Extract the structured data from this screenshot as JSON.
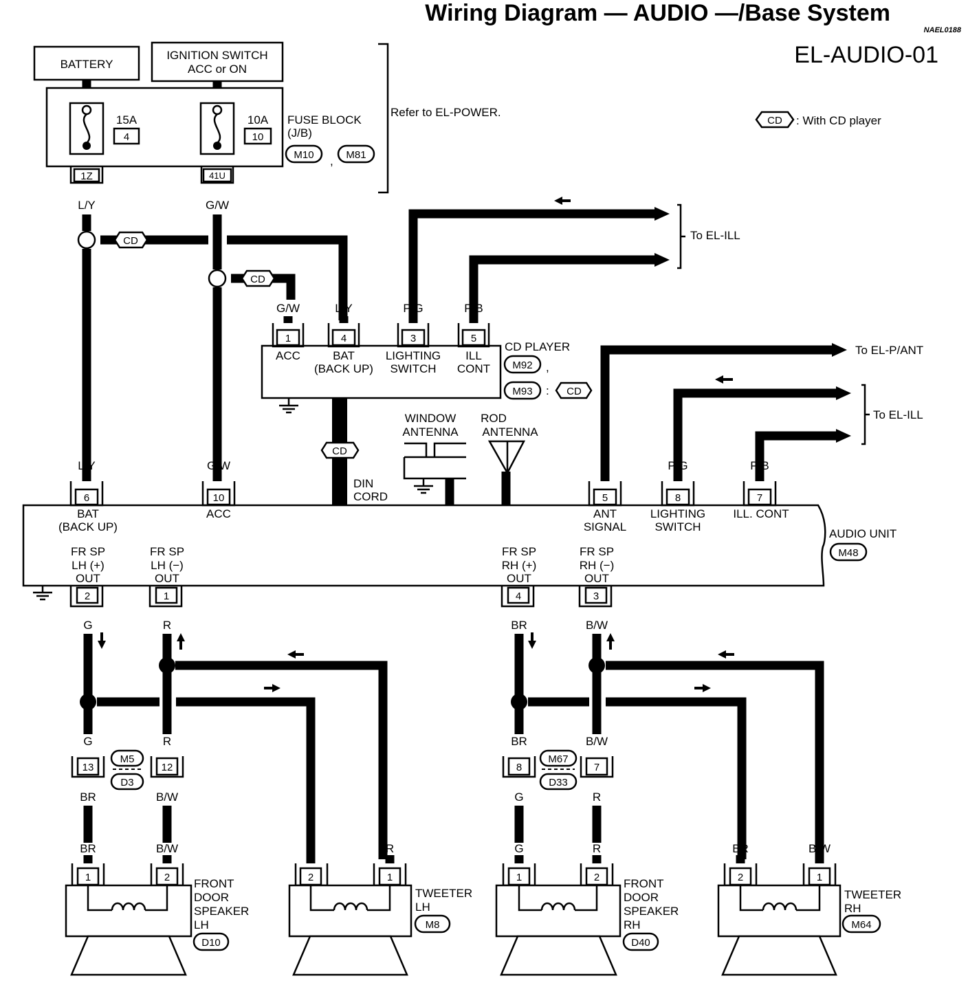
{
  "title": "Wiring Diagram — AUDIO —/Base System",
  "ref_code": "NAEL0188",
  "page_code": "EL-AUDIO-01",
  "legend": {
    "tag": "CD",
    "text": ": With CD player"
  },
  "power": {
    "battery": "BATTERY",
    "ignition_line1": "IGNITION SWITCH",
    "ignition_line2": "ACC or ON",
    "fuse1_amp": "15A",
    "fuse1_num": "4",
    "fuse2_amp": "10A",
    "fuse2_num": "10",
    "fuse_block_line1": "FUSE BLOCK",
    "fuse_block_line2": "(J/B)",
    "fuse_conn1": "M10",
    "fuse_conn_sep": ",",
    "fuse_conn2": "M81",
    "refer": "Refer to EL-POWER.",
    "term1": "1Z",
    "term2": "41U"
  },
  "wires": {
    "ly": "L/Y",
    "gw": "G/W",
    "pg": "P/G",
    "pb": "P/B",
    "r": "R",
    "g": "G",
    "br": "BR",
    "bw": "B/W"
  },
  "cd_tag": "CD",
  "to_el_ill": "To EL-ILL",
  "to_el_pant": "To EL-P/ANT",
  "cd_player": {
    "name": "CD PLAYER",
    "conn1": "M92",
    "sep": ",",
    "conn2": "M93",
    "colon": ":",
    "pins": [
      {
        "num": "1",
        "l1": "ACC",
        "l2": ""
      },
      {
        "num": "4",
        "l1": "BAT",
        "l2": "(BACK UP)"
      },
      {
        "num": "3",
        "l1": "LIGHTING",
        "l2": "SWITCH"
      },
      {
        "num": "5",
        "l1": "ILL",
        "l2": "CONT"
      }
    ]
  },
  "din_line1": "DIN",
  "din_line2": "CORD",
  "window_antenna_l1": "WINDOW",
  "window_antenna_l2": "ANTENNA",
  "rod_antenna_l1": "ROD",
  "rod_antenna_l2": "ANTENNA",
  "audio_unit": {
    "name": "AUDIO UNIT",
    "conn": "M48",
    "top_pins": [
      {
        "num": "6",
        "l1": "BAT",
        "l2": "(BACK UP)"
      },
      {
        "num": "10",
        "l1": "ACC",
        "l2": ""
      },
      {
        "num": "5",
        "l1": "ANT",
        "l2": "SIGNAL"
      },
      {
        "num": "8",
        "l1": "LIGHTING",
        "l2": "SWITCH"
      },
      {
        "num": "7",
        "l1": "ILL. CONT",
        "l2": ""
      }
    ],
    "bottom_pins": [
      {
        "num": "2",
        "l1": "FR SP",
        "l2": "LH (+)",
        "l3": "OUT"
      },
      {
        "num": "1",
        "l1": "FR SP",
        "l2": "LH (−)",
        "l3": "OUT"
      },
      {
        "num": "4",
        "l1": "FR SP",
        "l2": "RH (+)",
        "l3": "OUT"
      },
      {
        "num": "3",
        "l1": "FR SP",
        "l2": "RH (−)",
        "l3": "OUT"
      }
    ]
  },
  "joints": {
    "left_pins": [
      "13",
      "12"
    ],
    "left_c1": "M5",
    "left_c2": "D3",
    "right_pins": [
      "8",
      "7"
    ],
    "right_c1": "M67",
    "right_c2": "D33"
  },
  "speakers": {
    "front_lh": {
      "l1": "FRONT",
      "l2": "DOOR",
      "l3": "SPEAKER",
      "l4": "LH",
      "conn": "D10",
      "p1": "1",
      "p2": "2"
    },
    "tweeter_lh": {
      "l1": "TWEETER",
      "l2": "LH",
      "conn": "M8",
      "p1": "2",
      "p2": "1"
    },
    "front_rh": {
      "l1": "FRONT",
      "l2": "DOOR",
      "l3": "SPEAKER",
      "l4": "RH",
      "conn": "D40",
      "p1": "1",
      "p2": "2"
    },
    "tweeter_rh": {
      "l1": "TWEETER",
      "l2": "RH",
      "conn": "M64",
      "p1": "2",
      "p2": "1"
    }
  }
}
